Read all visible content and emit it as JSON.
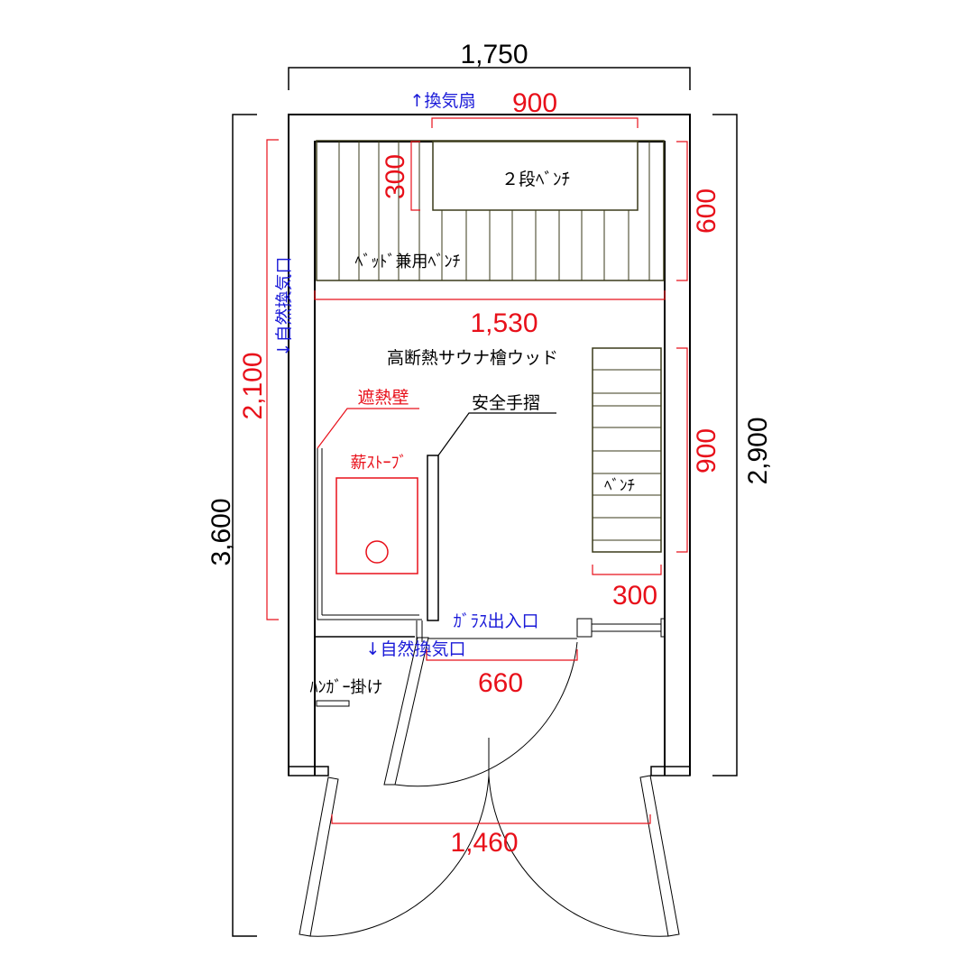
{
  "dimensions": {
    "outer_width": "1,750",
    "outer_height": "3,600",
    "room_height": "2,900",
    "top_bench_span": "900",
    "top_bench_depth": "300",
    "bench_area_depth": "600",
    "interior_width": "1,530",
    "sauna_height": "2,100",
    "side_bench_length": "900",
    "side_bench_depth": "300",
    "inner_door": "660",
    "outer_door": "1,460"
  },
  "labels": {
    "exhaust_fan": "↑換気扇",
    "two_tier_bench": "２段ﾍﾞﾝﾁ",
    "bed_bench": "ﾍﾞｯﾄﾞ兼用ﾍﾞﾝﾁ",
    "natural_vent_side": "↓自然換気口",
    "wood": "高断熱サウナ檜ウッド",
    "heat_shield": "遮熱壁",
    "handrail": "安全手摺",
    "stove": "薪ｽﾄｰﾌﾞ",
    "bench": "ﾍﾞﾝﾁ",
    "glass_door": "ｶﾞﾗｽ出入口",
    "natural_vent_bottom": "↓自然換気口",
    "hanger": "ﾊﾝｶﾞｰ掛け"
  },
  "colors": {
    "dimension_red": "#e8101a",
    "vent_blue": "#1a1ad8",
    "wall_black": "#000000",
    "bench_line": "#3a3a1a"
  }
}
